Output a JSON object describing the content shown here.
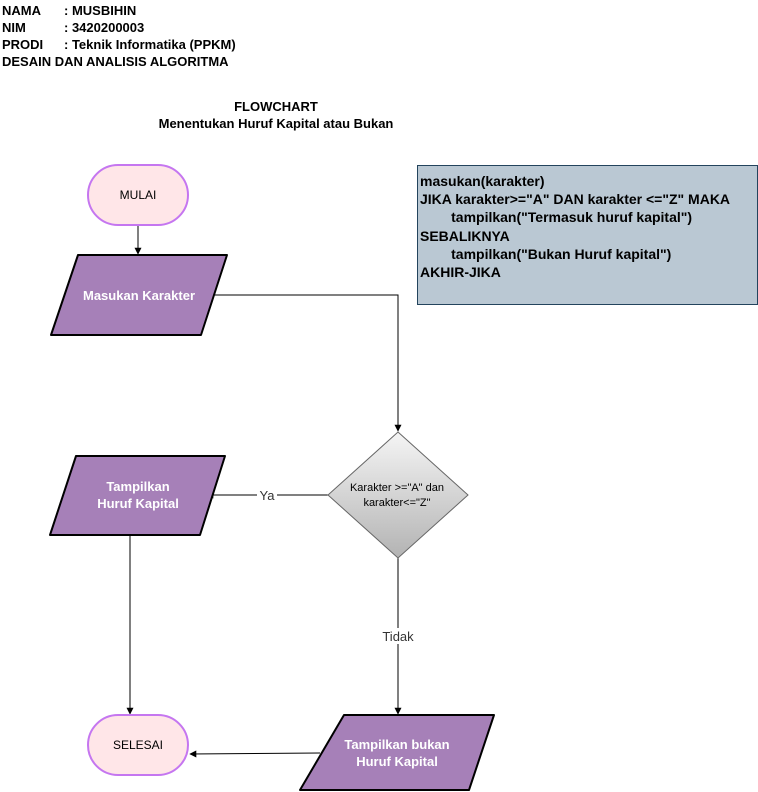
{
  "header": {
    "rows": [
      {
        "key": "NAMA",
        "value": ": MUSBIHIN"
      },
      {
        "key": "NIM",
        "value": ": 3420200003"
      },
      {
        "key": "PRODI",
        "value": ": Teknik Informatika (PPKM)"
      }
    ],
    "course": "DESAIN DAN ANALISIS ALGORITMA"
  },
  "title": {
    "line1": "FLOWCHART",
    "line2": "Menentukan Huruf Kapital atau Bukan"
  },
  "pseudocode": [
    "masukan(karakter)",
    "JIKA karakter>=\"A\" DAN karakter <=\"Z\" MAKA",
    "        tampilkan(\"Termasuk huruf kapital\")",
    "SEBALIKNYA",
    "        tampilkan(\"Bukan Huruf kapital\")",
    "AKHIR-JIKA"
  ],
  "nodes": {
    "start": "MULAI",
    "input": "Masukan Karakter",
    "decision_line1": "Karakter >=\"A\" dan",
    "decision_line2": "karakter<=\"Z\"",
    "output_yes_line1": "Tampilkan",
    "output_yes_line2": "Huruf Kapital",
    "output_no_line1": "Tampilkan bukan",
    "output_no_line2": "Huruf Kapital",
    "end": "SELESAI"
  },
  "edges": {
    "yes_label": "Ya",
    "no_label": "Tidak"
  },
  "colors": {
    "terminal_fill": "#ffe6e8",
    "terminal_stroke": "#c576f0",
    "io_fill": "#a680b8",
    "io_stroke": "#000000",
    "decision_fill": "#c8c8c8",
    "pseudocode_bg": "#bac8d3",
    "pseudocode_border": "#23445d"
  }
}
